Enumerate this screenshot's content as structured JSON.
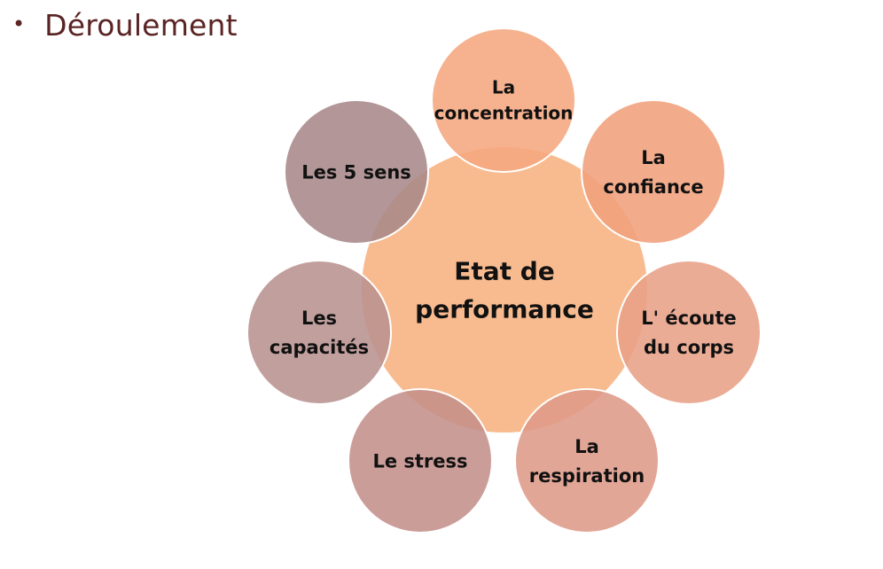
{
  "heading": {
    "bullet": "•",
    "text": "Déroulement"
  },
  "diagram": {
    "center": {
      "lines": [
        "Etat de",
        "performance"
      ],
      "color": "#f8bb8f"
    },
    "nodes": [
      {
        "id": "concentration",
        "lines": [
          "La",
          "concentration"
        ],
        "color": "#f5a77f"
      },
      {
        "id": "confiance",
        "lines": [
          "La",
          "confiance"
        ],
        "color": "#f0a07c"
      },
      {
        "id": "ecoute",
        "lines": [
          "L' écoute",
          "du corps"
        ],
        "color": "#e8a087"
      },
      {
        "id": "respiration",
        "lines": [
          "La",
          "respiration"
        ],
        "color": "#de9a88"
      },
      {
        "id": "stress",
        "lines": [
          "Le stress"
        ],
        "color": "#c48f8a"
      },
      {
        "id": "capacites",
        "lines": [
          "Les",
          "capacités"
        ],
        "color": "#b8928f"
      },
      {
        "id": "sens",
        "lines": [
          "Les 5 sens"
        ],
        "color": "#a9898a"
      }
    ]
  }
}
